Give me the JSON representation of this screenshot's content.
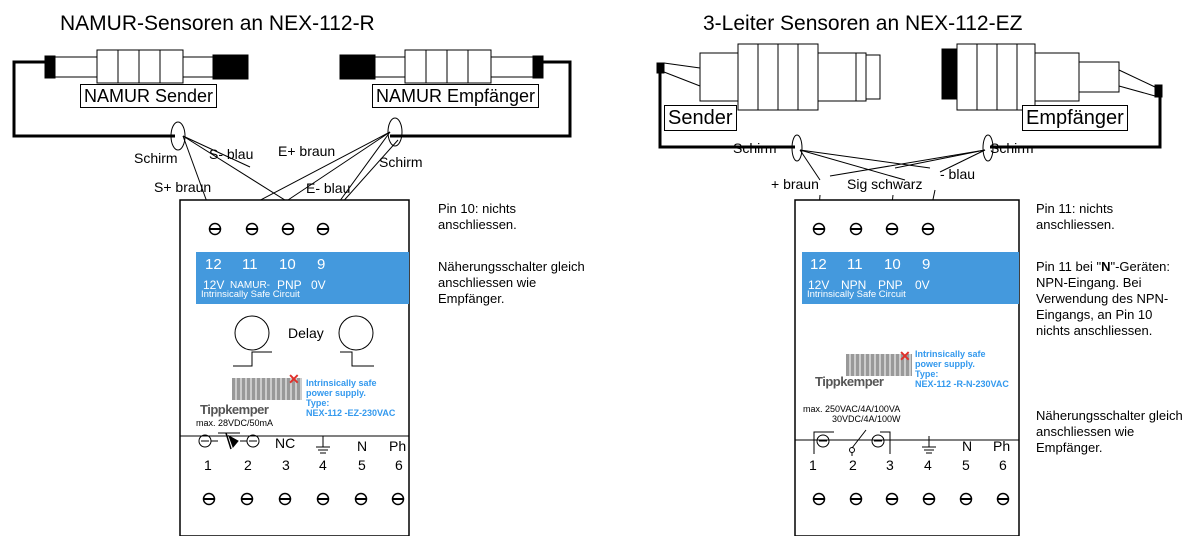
{
  "left": {
    "title": "NAMUR-Sensoren an NEX-112-R",
    "sender_label": "NAMUR Sender",
    "receiver_label": "NAMUR  Empfänger",
    "wires": {
      "shield_left": "Schirm",
      "s_minus": "S- blau",
      "e_plus": "E+ braun",
      "shield_right": "Schirm",
      "s_plus": "S+ braun",
      "e_minus": "E- blau"
    },
    "band_numbers": [
      "12",
      "11",
      "10",
      "9"
    ],
    "band_sig_12v": "12V",
    "band_sig_11": "NAMUR-",
    "band_sig_10": "PNP",
    "band_sig_9": "0V",
    "band_circuit": "Intrinsically Safe Circuit",
    "delay": "Delay",
    "info_line1": "Intrinsically safe",
    "info_line2": "power supply.",
    "info_line3": "Type:",
    "info_line4": "NEX-112 -EZ-230VAC",
    "rating": "max. 28VDC/50mA",
    "bottom_labels": [
      "",
      "",
      "NC",
      "⏚",
      "N",
      "Ph"
    ],
    "bottom_numbers": [
      "1",
      "2",
      "3",
      "4",
      "5",
      "6"
    ],
    "note1": "Pin 10: nichts anschliessen.",
    "note2": "Näherungsschalter gleich anschliessen wie Empfänger."
  },
  "right": {
    "title": "3-Leiter Sensoren an  NEX-112-EZ",
    "sender_label": "Sender",
    "receiver_label": "Empfänger",
    "wires": {
      "shield_left": "Schirm",
      "shield_right": "Schirm",
      "plus_brown": "+ braun",
      "sig_black": "Sig schwarz",
      "minus_blue": "- blau"
    },
    "band_numbers": [
      "12",
      "11",
      "10",
      "9"
    ],
    "band_sig_12v": "12V",
    "band_sig_11": "NPN",
    "band_sig_10": "PNP",
    "band_sig_9": "0V",
    "band_circuit": "Intrinsically Safe Circuit",
    "info_line1": "Intrinsically safe",
    "info_line2": "power supply.",
    "info_line3": "Type:",
    "info_line4": "NEX-112 -R-N-230VAC",
    "rating1": "max. 250VAC/4A/100VA",
    "rating2": "30VDC/4A/100W",
    "bottom_labels": [
      "",
      "",
      "",
      "⏚",
      "N",
      "Ph"
    ],
    "bottom_numbers": [
      "1",
      "2",
      "3",
      "4",
      "5",
      "6"
    ],
    "note1": "Pin 11: nichts anschliessen.",
    "note2_a": "Pin 11 bei \"",
    "note2_b": "N",
    "note2_c": "\"-Geräten: NPN-Eingang. Bei Verwendung des NPN-Eingangs, an Pin 10 nichts anschliessen.",
    "note3": "Näherungsschalter gleich anschliessen wie Empfänger."
  },
  "logo_text": "Tippkemper",
  "colors": {
    "band": "#4499dd",
    "info_text": "#3399ee"
  }
}
